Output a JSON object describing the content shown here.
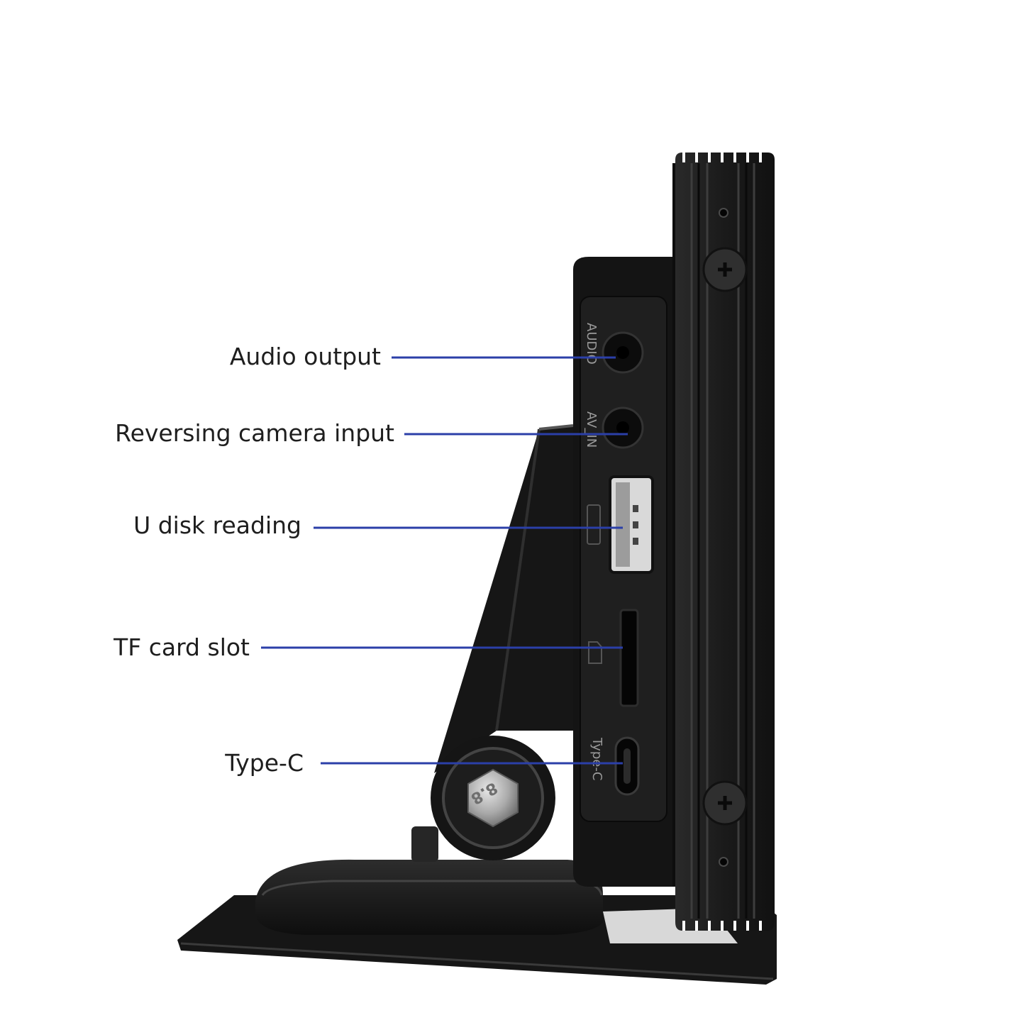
{
  "callouts": [
    {
      "label": "Audio output"
    },
    {
      "label": "Reversing camera input"
    },
    {
      "label": "U disk reading"
    },
    {
      "label": "TF card slot"
    },
    {
      "label": "Type-C"
    }
  ],
  "port_printing": {
    "audio": "AUDIO",
    "av_in": "AV_IN",
    "type_c": "Type-C"
  },
  "bolt_marking": "8.8",
  "colors": {
    "leader_line": "#2b3fa8",
    "device_body": "#1c1c1c",
    "background": "#ffffff"
  }
}
